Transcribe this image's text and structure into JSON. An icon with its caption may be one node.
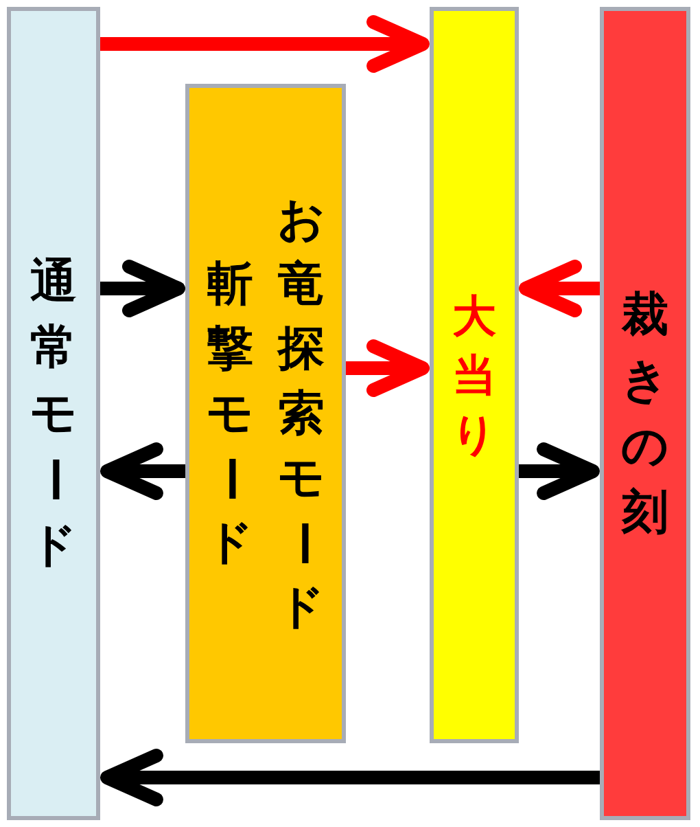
{
  "diagram": {
    "nodes": [
      {
        "text": [
          "通常モード"
        ]
      },
      {
        "text": [
          "お竜探索モード",
          "斬撃モード"
        ]
      },
      {
        "text": [
          "大当り"
        ]
      },
      {
        "text": [
          "裁きの刻"
        ]
      }
    ],
    "edges": [
      {
        "from": 0,
        "to": 2,
        "arrow": "to",
        "color": "#ff0000"
      },
      {
        "from": 0,
        "to": 1,
        "arrow": "to"
      },
      {
        "from": 1,
        "to": 2,
        "arrow": "to",
        "color": "#ff0000"
      },
      {
        "from": 3,
        "to": 2,
        "arrow": "to",
        "color": "#ff0000"
      },
      {
        "from": 1,
        "to": 0,
        "arrow": "to"
      },
      {
        "from": 2,
        "to": 3,
        "arrow": "to"
      },
      {
        "from": 3,
        "to": 0,
        "arrow": "to"
      }
    ]
  }
}
